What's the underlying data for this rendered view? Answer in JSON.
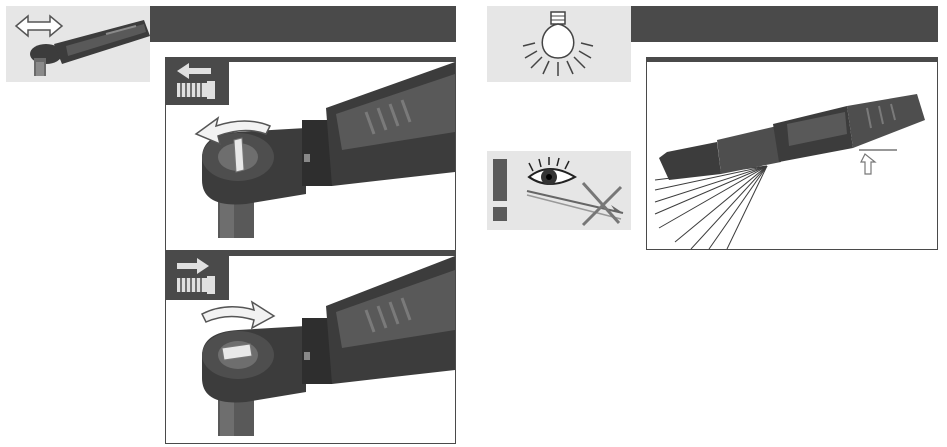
{
  "colors": {
    "header_bar": "#4a4a4a",
    "icon_tile": "#e6e6e6",
    "tool_dark": "#3c3c3c",
    "tool_mid": "#595959",
    "tool_light": "#8a8a8a",
    "arrow_fill": "#e0e0e0",
    "warning_mark": "#5a5a5a"
  },
  "sections": [
    {
      "id": "direction-switch",
      "icon": "ratchet-direction-icon",
      "panels": [
        {
          "id": "loosen",
          "badge_icon": "arrow-left-bolt-icon",
          "rotation": "counterclockwise"
        },
        {
          "id": "tighten",
          "badge_icon": "arrow-right-bolt-icon",
          "rotation": "clockwise"
        }
      ]
    },
    {
      "id": "led-light",
      "icon": "light-bulb-icon",
      "warning_icon": "exclamation-eye-icon",
      "note": "do-not-look-into-light"
    }
  ]
}
